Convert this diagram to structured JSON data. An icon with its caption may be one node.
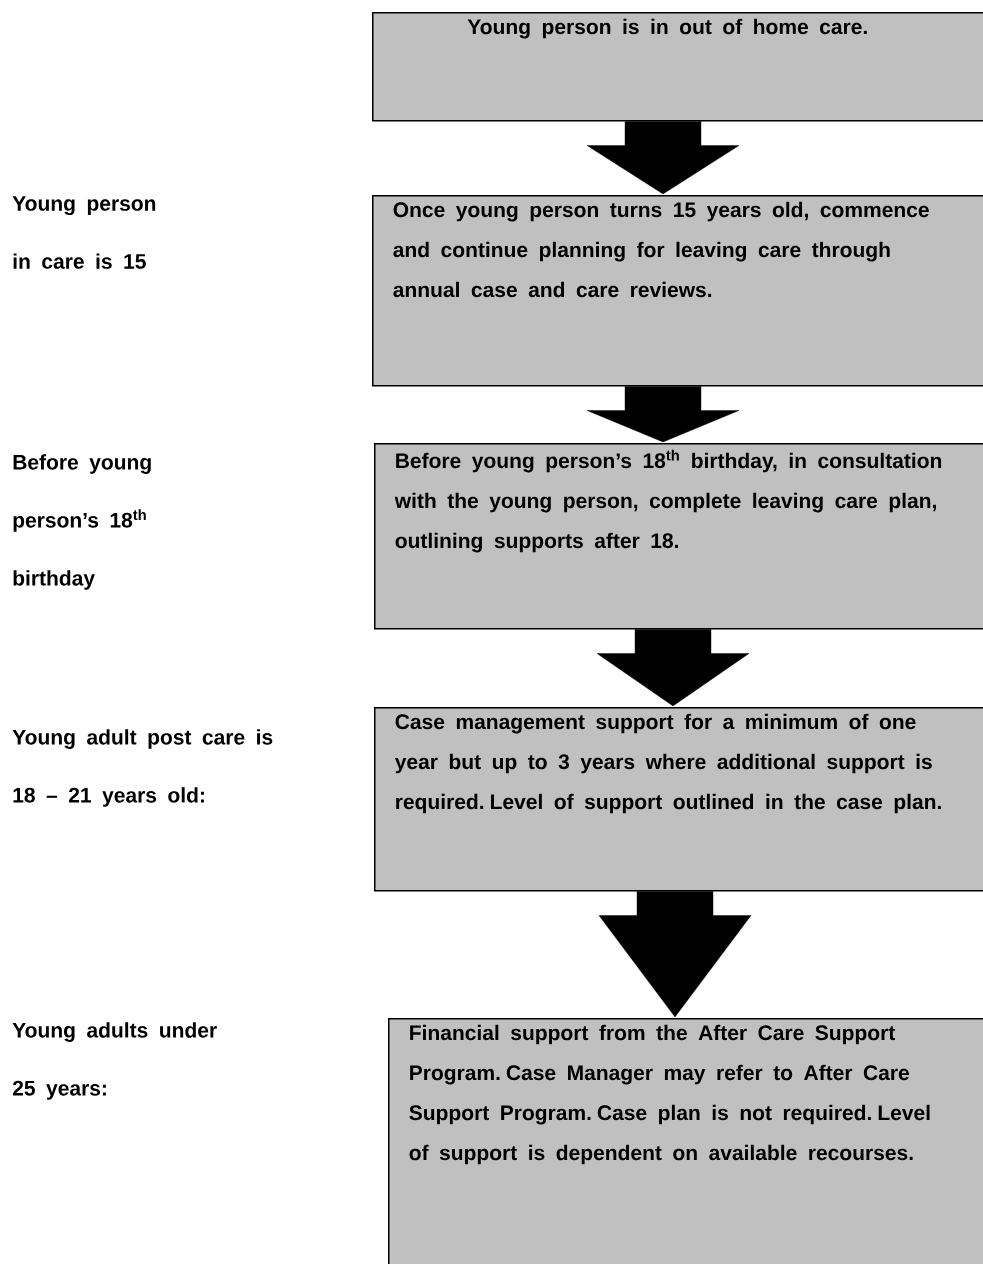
{
  "diagram": {
    "nodes": [
      {
        "text": [
          "Young person is in out of home care."
        ]
      },
      {
        "text": [
          "Once young person turns 15 years old, commence and continue planning for leaving care through annual case and care reviews."
        ]
      },
      {
        "text": [
          "Before young person’s 18$^{th}$ birthday, in consultation with the young person, complete leaving care plan, outlining supports after 18."
        ]
      },
      {
        "text": [
          "Case management support for a minimum of one year but up to 3 years where additional support is required. Level of support outlined in the case plan."
        ]
      },
      {
        "text": [
          "Financial support from the After Care Support Program.  Case Manager may refer to After Care Support Program. Case plan is not required.  Level of support is dependent on available recourses."
        ]
      }
    ],
    "edges": [
      {
        "from": 0,
        "to": 1,
        "arrow": "to"
      },
      {
        "from": 1,
        "to": 2,
        "arrow": "to"
      },
      {
        "from": 2,
        "to": 3,
        "arrow": "to"
      },
      {
        "from": 3,
        "to": 4,
        "arrow": "to"
      }
    ],
    "labels": [
      "Young person in care is 15",
      "Before young person’s 18$^{th}$ birthday",
      "Young adult post care is 18 – 21 years old:",
      "Young adults under 25 years:"
    ]
  }
}
